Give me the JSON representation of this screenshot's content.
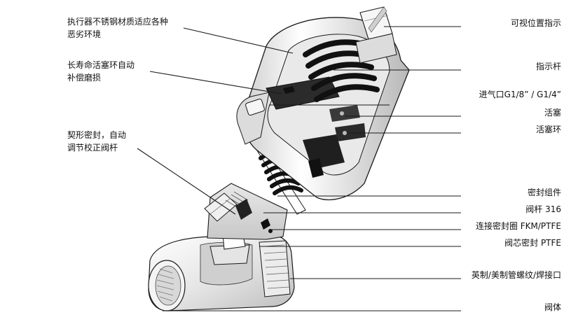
{
  "left_labels": [
    {
      "lines": [
        "执行器不锈钢材质适应各种",
        "恶劣环境"
      ]
    },
    {
      "lines": [
        "长寿命活塞环自动",
        "补偿磨损"
      ]
    },
    {
      "lines": [
        "契形密封，自动",
        "调节校正阀杆"
      ]
    }
  ],
  "right_labels": [
    "可视位置指示",
    "指示杆",
    "进气口G1/8” / G1/4”",
    "活塞",
    "活塞环",
    "密封组件",
    "阀杆 316",
    "连接密封圈 FKM/PTFE",
    "阀芯密封 PTFE",
    "英制/美制管螺纹/焊接口",
    "阀体"
  ],
  "colors": {
    "outline": "#1a1a1a",
    "metal_light": "#f2f2f2",
    "metal_mid": "#d4d4d4",
    "metal_dark": "#9a9a9a",
    "spring": "#111111"
  }
}
